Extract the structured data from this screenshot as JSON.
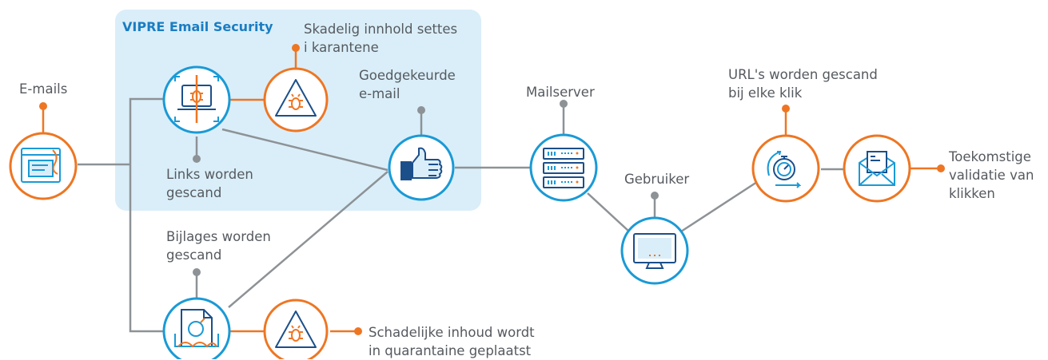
{
  "region": {
    "title": "VIPRE Email Security"
  },
  "labels": {
    "emails": "E-mails",
    "quarantine_top_1": "Skadelig innhold settes",
    "quarantine_top_2": "i karantene",
    "approved_1": "Goedgekeurde",
    "approved_2": "e-mail",
    "links_1": "Links worden",
    "links_2": "gescand",
    "attachments_1": "Bijlages worden",
    "attachments_2": "gescand",
    "quarantine_bottom_1": "Schadelijke inhoud wordt",
    "quarantine_bottom_2": "in quarantaine geplaatst",
    "mailserver": "Mailserver",
    "user": "Gebruiker",
    "url_scan_1": "URL's worden gescand",
    "url_scan_2": "bij elke klik",
    "future_1": "Toekomstige",
    "future_2": "validatie van",
    "future_3": "klikken"
  },
  "icons": {
    "emails": "phishing-email-icon",
    "link_scan": "laptop-bug-scan-icon",
    "quarantine_top": "warning-bug-icon",
    "approved": "thumbs-up-icon",
    "attachments": "document-bomb-icon",
    "quarantine_bottom": "warning-bug-icon",
    "mailserver": "server-rack-icon",
    "user": "monitor-icon",
    "url_scan": "stopwatch-refresh-icon",
    "future": "envelope-letter-icon"
  },
  "colors": {
    "blue": "#1a9ad6",
    "orange": "#ee7623",
    "navy": "#1b4f8a",
    "connector": "#8d9296",
    "region_fill": "#daeef9",
    "region_title": "#1a7dc2",
    "text": "#555a5f"
  }
}
